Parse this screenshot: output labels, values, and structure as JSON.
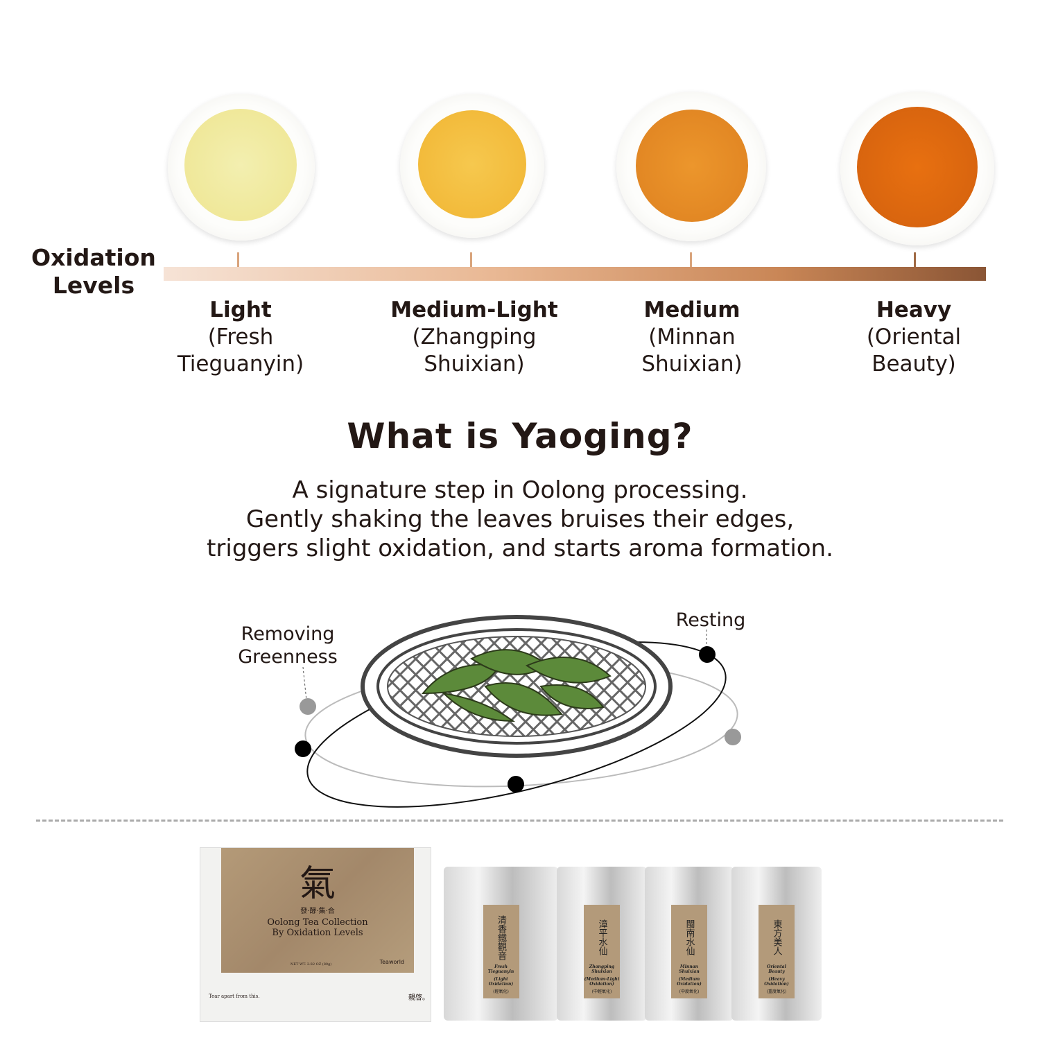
{
  "oxidation": {
    "title": "Oxidation Levels",
    "title_line1": "Oxidation",
    "title_line2": "Levels",
    "levels": [
      {
        "name": "Light",
        "line2": "(Fresh",
        "line3": "Tieguanyin)",
        "color": "#f2ea9e"
      },
      {
        "name": "Medium-Light",
        "line2": "(Zhangping",
        "line3": "Shuixian)",
        "color": "#f5c045"
      },
      {
        "name": "Medium",
        "line2": "(Minnan",
        "line3": "Shuixian)",
        "color": "#e88e25"
      },
      {
        "name": "Heavy",
        "line2": "(Oriental",
        "line3": "Beauty)",
        "color": "#dd6a10"
      }
    ]
  },
  "yaoging": {
    "title": "What is Yaoging?",
    "lines": [
      "A signature step in Oolong processing.",
      "Gently shaking the leaves bruises their edges,",
      "triggers slight oxidation, and starts aroma formation."
    ],
    "label_left_1": "Removing",
    "label_left_2": "Greenness",
    "label_right": "Resting"
  },
  "products": {
    "box": {
      "glyph": "氣",
      "subtitle": "發·酵·集·合",
      "line1": "Oolong Tea Collection",
      "line2": "By Oxidation Levels",
      "net": "NET WT. 2.82 OZ (80g)",
      "brand": "Teaworld",
      "tear": "Tear apart from this.",
      "seal": "親啓。"
    },
    "pouches": [
      {
        "zh": "清香鐵觀音",
        "sub": "(輕氧化)",
        "en": "Fresh Tieguanyin",
        "level": "(Light Oxidation)"
      },
      {
        "zh": "漳平水仙",
        "sub": "(中輕氧化)",
        "en": "Zhangping Shuixian",
        "level": "(Medium-Light Oxidation)"
      },
      {
        "zh": "閩南水仙",
        "sub": "(中度氧化)",
        "en": "Minnan Shuixian",
        "level": "(Medium Oxidation)"
      },
      {
        "zh": "東方美人",
        "sub": "(重度氧化)",
        "en": "Oriental Beauty",
        "level": "(Heavy Oxidation)"
      }
    ]
  }
}
